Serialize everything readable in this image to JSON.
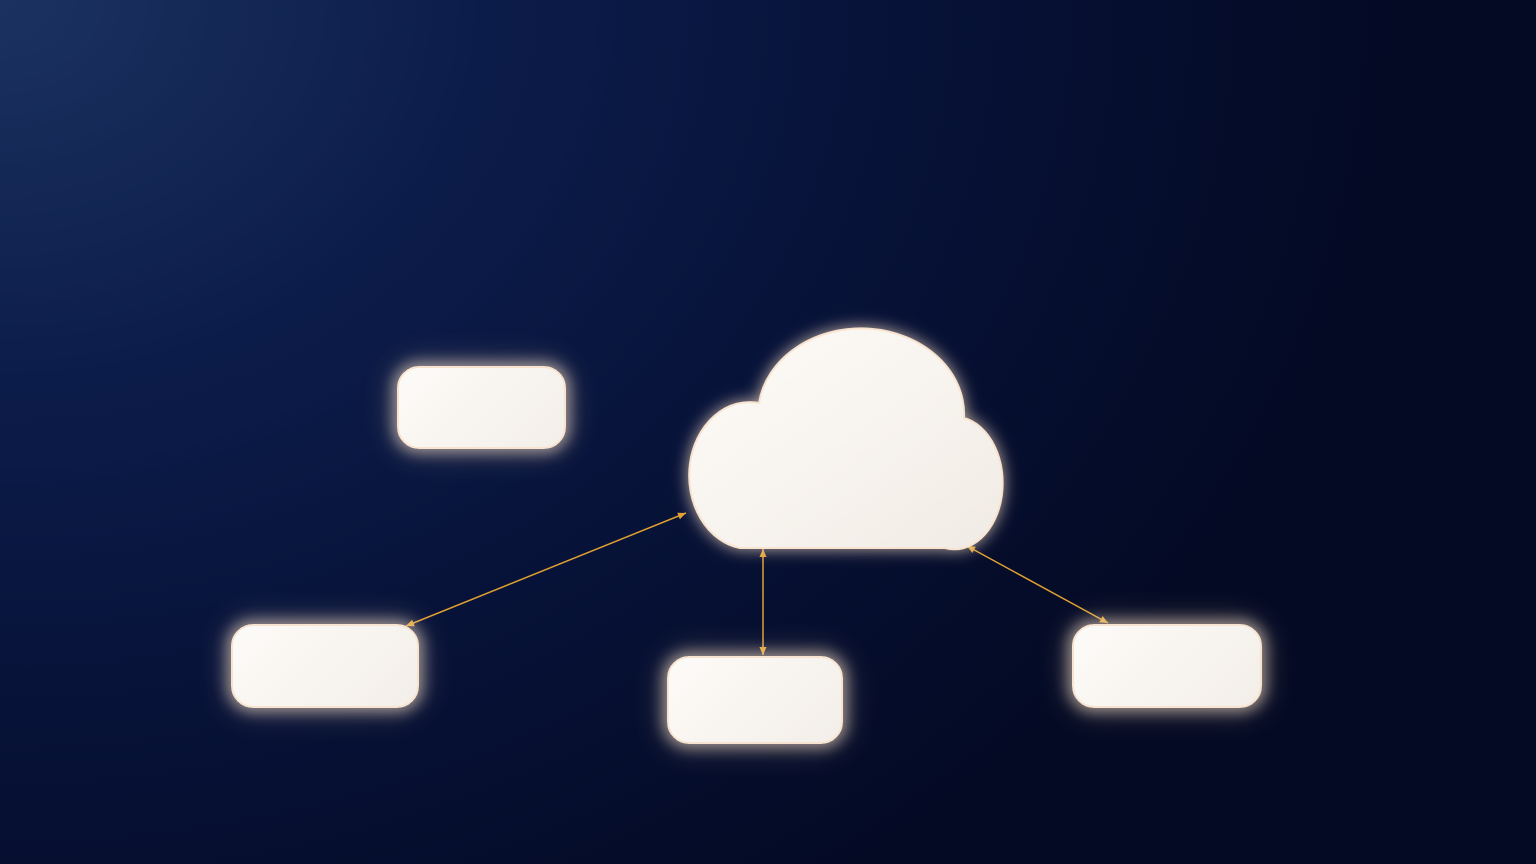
{
  "colors": {
    "background_top_left": "#1b3260",
    "background_bottom_right": "#040a24",
    "node_fill": "#fdfbf8",
    "node_glow": "#ffe8cd",
    "connector": "#e0a030"
  },
  "cloud": {
    "label": ""
  },
  "nodes": {
    "top_left": {
      "label": ""
    },
    "bottom_left": {
      "label": ""
    },
    "bottom_center": {
      "label": ""
    },
    "bottom_right": {
      "label": ""
    }
  },
  "connectors": [
    {
      "from": "cloud",
      "to": "bottom_left",
      "direction": "bidirectional"
    },
    {
      "from": "cloud",
      "to": "bottom_center",
      "direction": "bidirectional"
    },
    {
      "from": "cloud",
      "to": "bottom_right",
      "direction": "bidirectional"
    }
  ]
}
